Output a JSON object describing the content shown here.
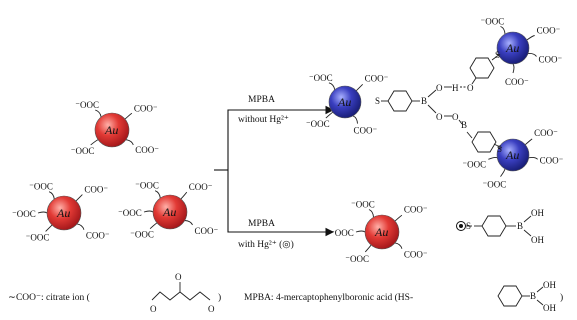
{
  "colors": {
    "gold_red": "#d8282a",
    "gold_blue": "#2b2fa6"
  },
  "particles": {
    "center_label": "Au",
    "citrate_label": "COO⁻",
    "citrate_label_left": "⁻OOC"
  },
  "arrows": {
    "top_reagent": "MPBA",
    "top_condition": "without Hg²⁺",
    "bottom_reagent": "MPBA",
    "bottom_condition": "with Hg²⁺ (◎)"
  },
  "linkers": {
    "boron": "B",
    "oxygen": "O",
    "hydrogen": "H",
    "sulfur": "S",
    "oh": "OH"
  },
  "legend": {
    "citrate_note": "∼COO⁻: citrate ion (",
    "mpba_note": "MPBA: 4-mercaptophenylboronic acid (HS-"
  }
}
